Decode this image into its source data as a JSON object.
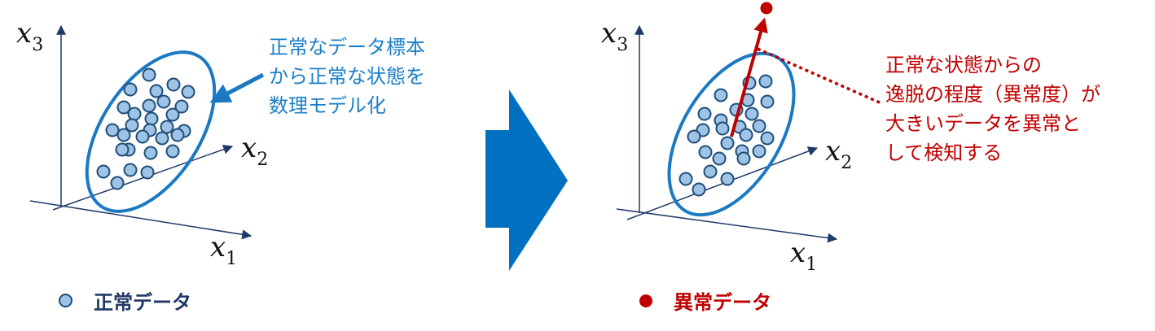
{
  "colors": {
    "axis": "#1f3a68",
    "ellipse": "#1b79c2",
    "normal_fill": "#9dc3e6",
    "normal_stroke": "#1f4e79",
    "anomaly": "#c00000",
    "blue_text": "#1a7fc7",
    "big_arrow": "#0070c0"
  },
  "axes": {
    "x1": "x",
    "x1_sub": "1",
    "x2": "x",
    "x2_sub": "2",
    "x3": "x",
    "x3_sub": "3"
  },
  "left_panel": {
    "note_lines": [
      "正常なデータ標本",
      "から正常な状態を",
      "数理モデル化"
    ]
  },
  "right_panel": {
    "note_lines": [
      "正常な状態からの",
      "逸脱の程度（異常度）が",
      "大きいデータを異常と",
      "して検知する"
    ]
  },
  "legend": {
    "normal_label": "正常データ",
    "anomaly_label": "異常データ"
  },
  "icons": {
    "center_arrow": "right-arrow-icon"
  }
}
